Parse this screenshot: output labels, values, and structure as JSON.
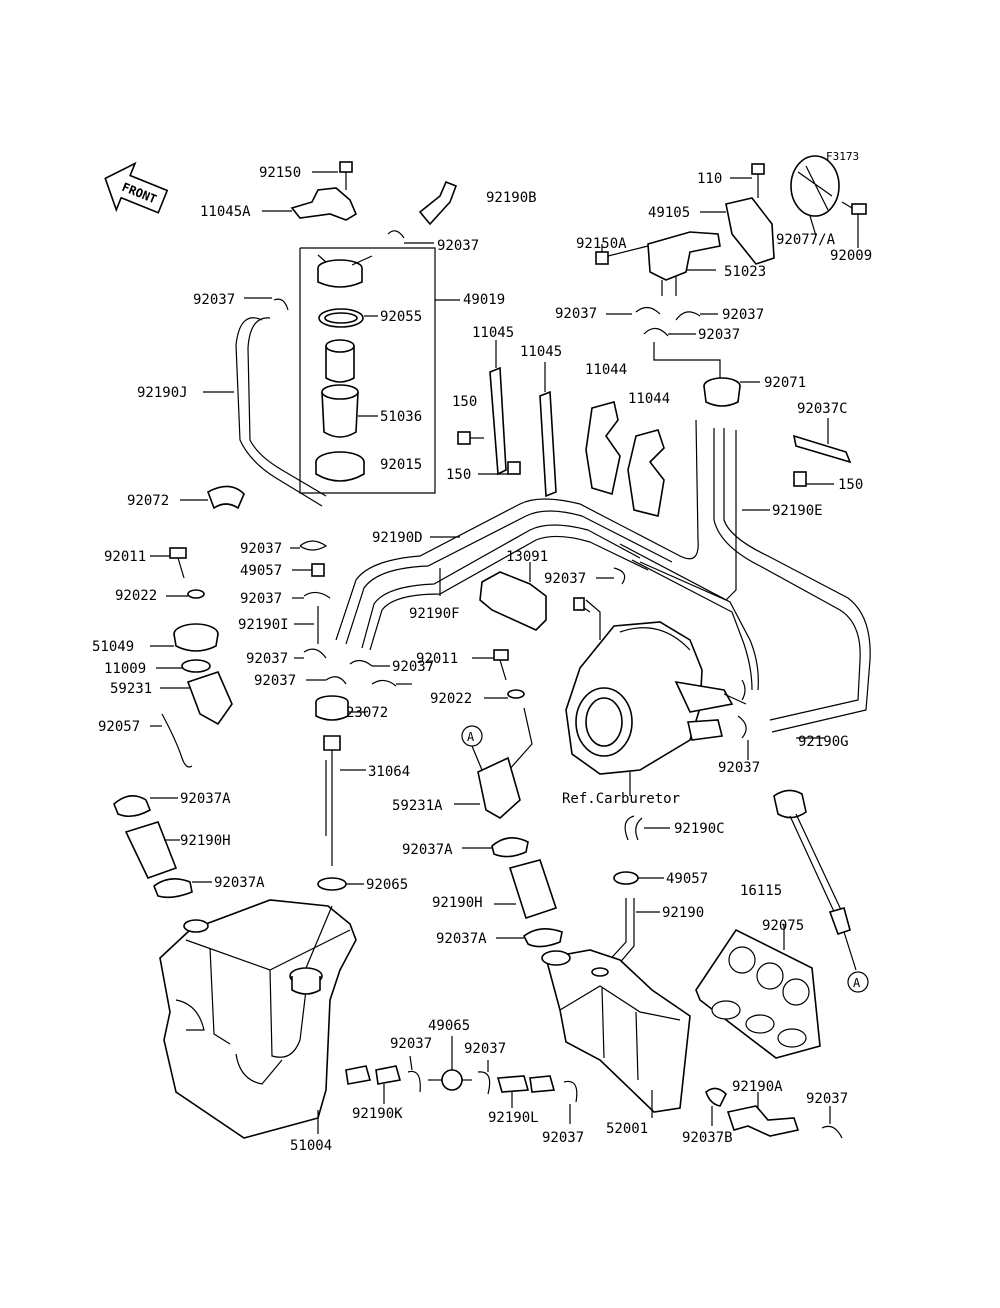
{
  "figure_code": "F3173",
  "front_label": "FRONT",
  "ref_carburetor": "Ref.Carburetor",
  "callout_a": "A",
  "labels": {
    "p92150": "92150",
    "p11045A": "11045A",
    "p92190B": "92190B",
    "p92037_top": "92037",
    "p49019": "49019",
    "p92055": "92055",
    "p51036": "51036",
    "p92015": "92015",
    "p92037_left_top": "92037",
    "p92190J": "92190J",
    "p92072": "92072",
    "p11045_a": "11045",
    "p11045_b": "11045",
    "p150_a": "150",
    "p150_b": "150",
    "p11044_a": "11044",
    "p11044_b": "11044",
    "p110": "110",
    "p49105": "49105",
    "p92077A": "92077/A",
    "p92009": "92009",
    "p92150A": "92150A",
    "p51023": "51023",
    "p92037_r1": "92037",
    "p92037_r2": "92037",
    "p92037_r3": "92037",
    "p92071": "92071",
    "p92037C": "92037C",
    "p150_c": "150",
    "p92190E": "92190E",
    "p92190D": "92190D",
    "p92011_left": "92011",
    "p92037_m1": "92037",
    "p49057_top": "49057",
    "p92037_m2": "92037",
    "p92190I": "92190I",
    "p92022_left": "92022",
    "p51049": "51049",
    "p11009": "11009",
    "p59231": "59231",
    "p92037_m3": "92037",
    "p92037_m4": "92037",
    "p92037_m5": "92037",
    "p92190F": "92190F",
    "p13091": "13091",
    "p92037_m6": "92037",
    "p92011_mid": "92011",
    "p92022_mid": "92022",
    "p92057": "92057",
    "p23072": "23072",
    "p31064": "31064",
    "p92037_carb": "92037",
    "p92190G": "92190G",
    "p92037A_1": "92037A",
    "p59231A": "59231A",
    "p92190H_left": "92190H",
    "p92037A_2": "92037A",
    "p92037A_3": "92037A",
    "p92065": "92065",
    "p92190C": "92190C",
    "p49057_mid": "49057",
    "p16115": "16115",
    "p92190H_mid": "92190H",
    "p92190": "92190",
    "p92075": "92075",
    "p92037A_4": "92037A",
    "p49065": "49065",
    "p92037_b1": "92037",
    "p92037_b2": "92037",
    "p92190K": "92190K",
    "p92190L": "92190L",
    "p92037_b3": "92037",
    "p52001": "52001",
    "p92037B": "92037B",
    "p92190A": "92190A",
    "p92037_b4": "92037",
    "p51004": "51004"
  }
}
